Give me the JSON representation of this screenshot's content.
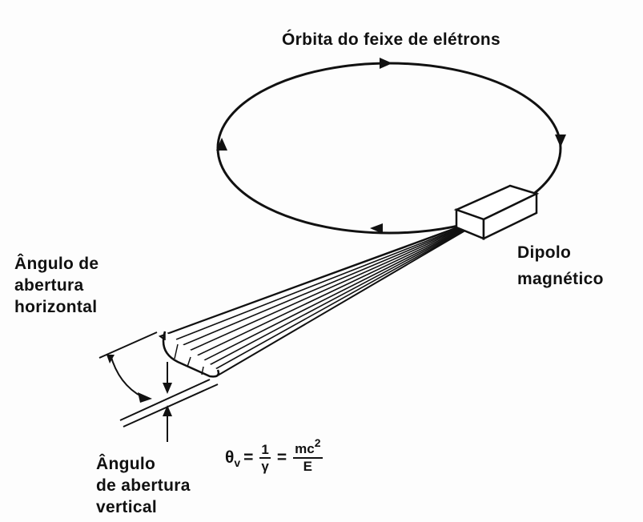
{
  "labels": {
    "orbit": "Órbita do feixe de elétrons",
    "dipole": [
      "Dipolo",
      "magnético"
    ],
    "horizontal": [
      "Ângulo de",
      "abertura",
      "horizontal"
    ],
    "vertical": [
      "Ângulo",
      "de abertura",
      "vertical"
    ]
  },
  "equation": {
    "lhs_symbol": "θ",
    "lhs_subscript": "v",
    "equals_1": "=",
    "frac1_num": "1",
    "frac1_den": "γ",
    "equals_2": "=",
    "frac2_num": "mc",
    "frac2_num_sup": "2",
    "frac2_den": "E"
  }
}
